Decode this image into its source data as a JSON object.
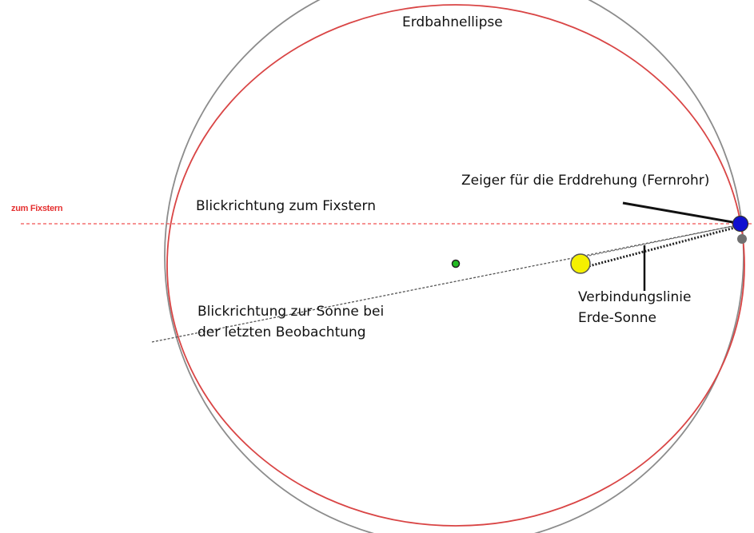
{
  "labels": {
    "orbit": "Erdbahnellipse",
    "pointer": "Zeiger für die Erddrehung (Fernrohr)",
    "to_star_red": "zum Fixstern",
    "view_star": "Blickrichtung zum Fixstern",
    "view_sun_1": "Blickrichtung zur Sonne bei",
    "view_sun_2": "der letzten Beobachtung",
    "connect_1": "Verbindungslinie",
    "connect_2": "Erde-Sonne"
  },
  "colors": {
    "orbit_ellipse": "#d94545",
    "reference_circle": "#8c8c8c",
    "fixstar_line": "#f05050",
    "earth": "#1010d0",
    "sun": "#f5f000",
    "focus_point": "#22bb22",
    "grey_point": "#707070"
  }
}
